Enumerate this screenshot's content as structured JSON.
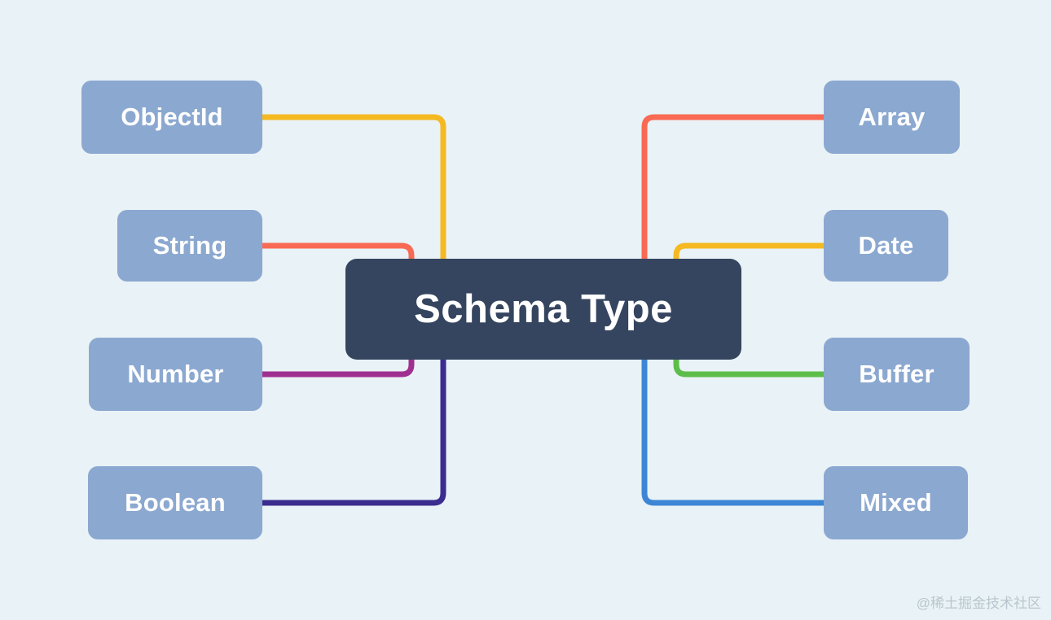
{
  "diagram": {
    "title": "Schema Type",
    "background_color": "#e9f2f6",
    "center_node": {
      "label": "Schema Type",
      "fill": "#35455f",
      "text_color": "#ffffff"
    },
    "node_fill": "#8ba8d0",
    "node_text_color": "#ffffff",
    "left_nodes": [
      {
        "label": "ObjectId",
        "connector_color": "#f5b921"
      },
      {
        "label": "String",
        "connector_color": "#f96a54"
      },
      {
        "label": "Number",
        "connector_color": "#a03090"
      },
      {
        "label": "Boolean",
        "connector_color": "#3b2d8f"
      }
    ],
    "right_nodes": [
      {
        "label": "Array",
        "connector_color": "#f96a54"
      },
      {
        "label": "Date",
        "connector_color": "#f5b921"
      },
      {
        "label": "Buffer",
        "connector_color": "#5cbd4a"
      },
      {
        "label": "Mixed",
        "connector_color": "#3d86d6"
      }
    ],
    "watermark": "@稀土掘金技术社区"
  }
}
